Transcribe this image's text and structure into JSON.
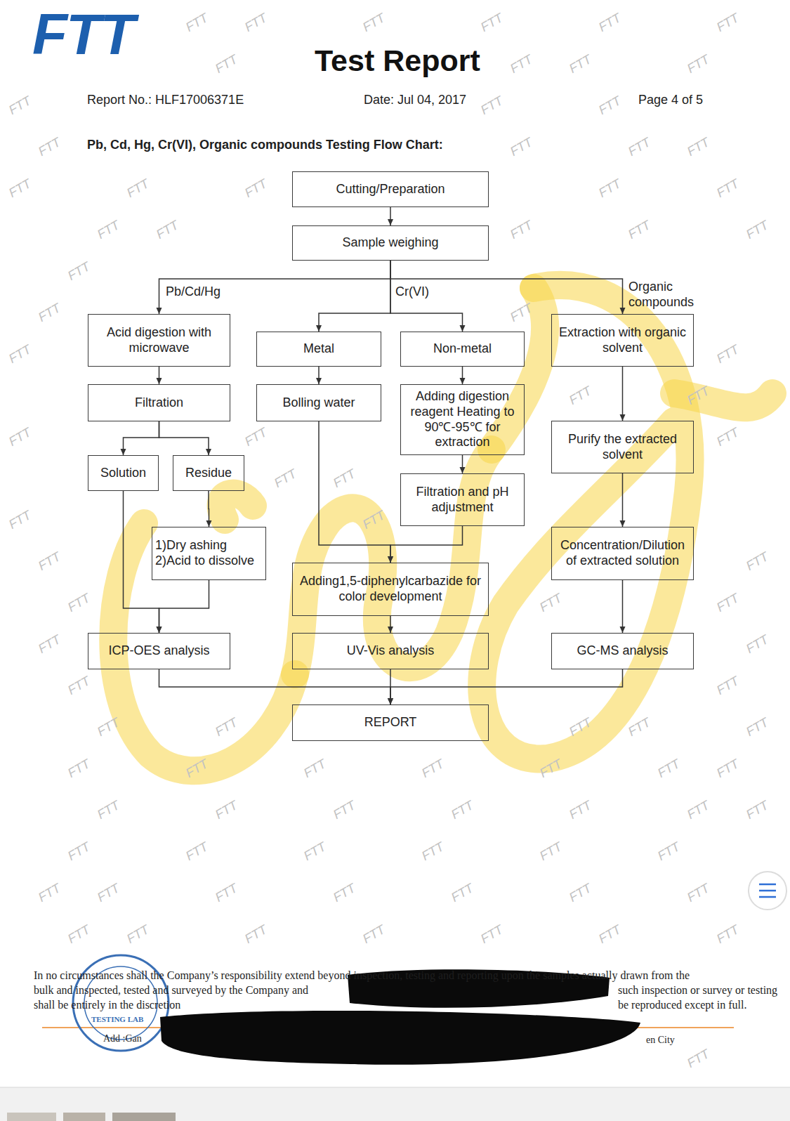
{
  "diagram": {
    "title": "Test Report",
    "nodes": [
      {
        "text": [
          "Cutting/Preparation"
        ]
      },
      {
        "text": [
          "Sample weighing"
        ]
      },
      {
        "text": [
          "Acid digestion with microwave"
        ]
      },
      {
        "text": [
          "Metal"
        ]
      },
      {
        "text": [
          "Non-metal"
        ]
      },
      {
        "text": [
          "Extraction with organic solvent"
        ]
      },
      {
        "text": [
          "Filtration"
        ]
      },
      {
        "text": [
          "Bolling water"
        ]
      },
      {
        "text": [
          "Adding digestion reagent Heating to 90℃-95℃ for extraction"
        ]
      },
      {
        "text": [
          "Purify the extracted solvent"
        ]
      },
      {
        "text": [
          "Solution"
        ]
      },
      {
        "text": [
          "Residue"
        ]
      },
      {
        "text": [
          "Filtration and pH adjustment"
        ]
      },
      {
        "text": [
          "1)Dry ashing",
          "2)Acid to dissolve"
        ]
      },
      {
        "text": [
          "Concentration/Dilution of extracted solution"
        ]
      },
      {
        "text": [
          "Adding1,5-diphenylcarbazide for color development"
        ]
      },
      {
        "text": [
          "ICP-OES analysis"
        ]
      },
      {
        "text": [
          "UV-Vis analysis"
        ]
      },
      {
        "text": [
          "GC-MS analysis"
        ]
      },
      {
        "text": [
          "REPORT"
        ]
      }
    ],
    "edges": [
      {
        "from": 0,
        "to": 1,
        "arrow": "to"
      },
      {
        "from": 1,
        "to": 2,
        "label": "Pb/Cd/Hg",
        "arrow": "to"
      },
      {
        "from": 1,
        "to": 3,
        "label": "Cr(VI)",
        "arrow": "to"
      },
      {
        "from": 1,
        "to": 4,
        "arrow": "to"
      },
      {
        "from": 1,
        "to": 5,
        "label": "Organic compounds",
        "arrow": "to"
      },
      {
        "from": 2,
        "to": 6,
        "arrow": "to"
      },
      {
        "from": 3,
        "to": 7,
        "arrow": "to"
      },
      {
        "from": 4,
        "to": 8,
        "arrow": "to"
      },
      {
        "from": 5,
        "to": 9,
        "arrow": "to"
      },
      {
        "from": 6,
        "to": 10,
        "arrow": "to"
      },
      {
        "from": 6,
        "to": 11,
        "arrow": "to"
      },
      {
        "from": 8,
        "to": 12,
        "arrow": "to"
      },
      {
        "from": 9,
        "to": 14,
        "arrow": "to"
      },
      {
        "from": 11,
        "to": 13,
        "arrow": "to"
      },
      {
        "from": 10,
        "to": 16,
        "arrow": "to"
      },
      {
        "from": 13,
        "to": 16,
        "arrow": "to"
      },
      {
        "from": 7,
        "to": 15,
        "arrow": "to"
      },
      {
        "from": 12,
        "to": 15,
        "arrow": "to"
      },
      {
        "from": 14,
        "to": 18,
        "arrow": "to"
      },
      {
        "from": 15,
        "to": 17,
        "arrow": "to"
      },
      {
        "from": 16,
        "to": 19,
        "arrow": "to"
      },
      {
        "from": 17,
        "to": 19,
        "arrow": "to"
      },
      {
        "from": 18,
        "to": 19,
        "arrow": "to"
      }
    ],
    "labels": [
      "FTT",
      "Report No.: HLF17006371E",
      "Date: Jul 04, 2017",
      "Page 4 of 5",
      "Pb, Cd, Hg, Cr(VI), Organic compounds Testing Flow Chart:",
      "In no circumstances shall the Company’s responsibility extend beyond inspection, testing and reporting upon the samples actually drawn from the",
      "bulk and inspected, tested and surveyed by the Company and",
      "such inspection or survey or testing",
      "shall be entirely in the discretion",
      "be reproduced except in full.",
      "Add :Gan",
      "en City",
      "TESTING LAB",
      "FTT",
      "FTT",
      "FTT",
      "FTT",
      "FTT",
      "FTT",
      "FTT",
      "FTT",
      "FTT",
      "FTT",
      "FTT",
      "FTT",
      "FTT",
      "FTT",
      "FTT",
      "FTT",
      "FTT",
      "FTT",
      "FTT",
      "FTT",
      "FTT",
      "FTT",
      "FTT",
      "FTT",
      "FTT",
      "FTT",
      "FTT",
      "FTT",
      "FTT",
      "FTT",
      "FTT",
      "FTT",
      "FTT",
      "FTT",
      "FTT",
      "FTT",
      "FTT",
      "FTT",
      "FTT",
      "FTT",
      "FTT",
      "FTT",
      "FTT",
      "FTT",
      "FTT",
      "FTT",
      "FTT",
      "FTT",
      "FTT",
      "FTT",
      "FTT",
      "FTT",
      "FTT",
      "FTT",
      "FTT",
      "FTT",
      "FTT",
      "FTT",
      "FTT",
      "FTT",
      "FTT",
      "FTT",
      "FTT",
      "FTT",
      "FTT",
      "FTT",
      "FTT",
      "FTT",
      "FTT",
      "FTT",
      "FTT",
      "FTT",
      "FTT",
      "FTT",
      "FTT",
      "FTT",
      "FTT",
      "FTT",
      "FTT",
      "FTT",
      "FTT",
      "FTT",
      "FTT",
      "FTT",
      "FTT",
      "FTT",
      "FTT",
      "FTT",
      "FTT",
      "FTT"
    ]
  }
}
